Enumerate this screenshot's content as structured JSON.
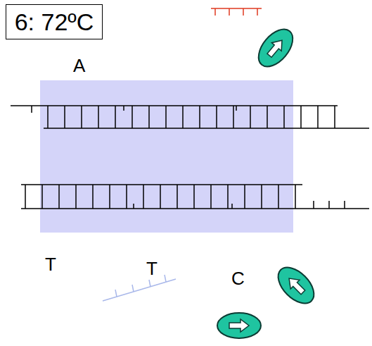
{
  "diagram": {
    "nodes": [
      {
        "text": [
          "6: 72ºC"
        ]
      }
    ],
    "labels": [
      "A",
      "T",
      "T",
      "C"
    ]
  }
}
